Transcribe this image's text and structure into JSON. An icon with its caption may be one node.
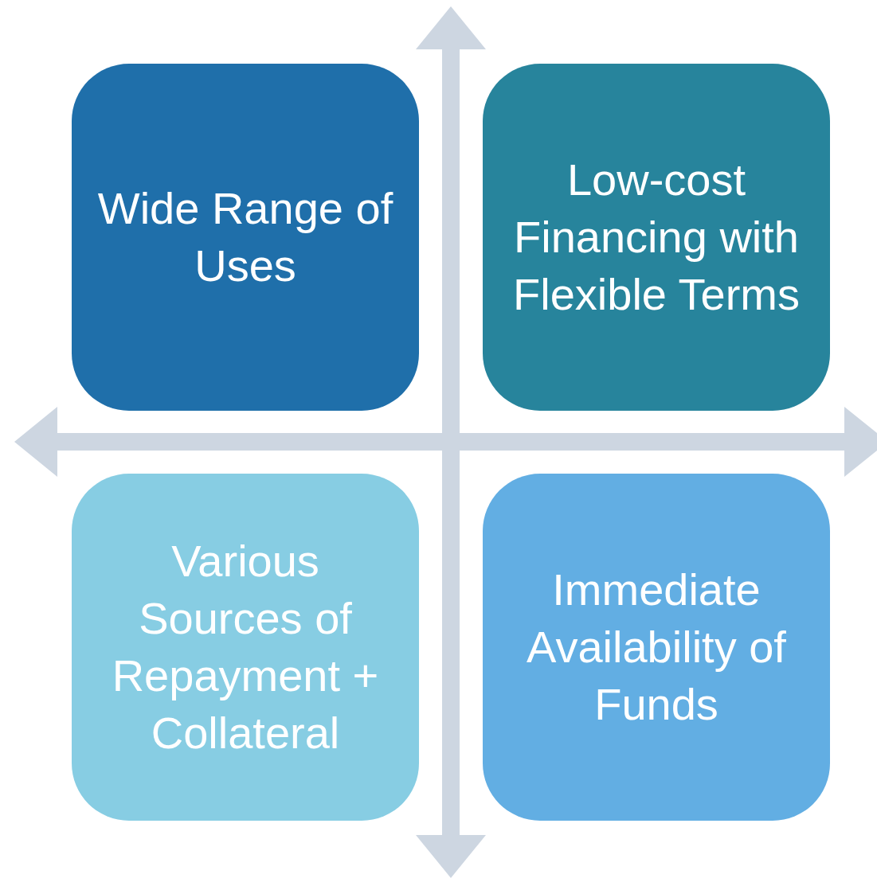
{
  "diagram": {
    "nodes": [
      {
        "text": [
          "Wide Range of Uses"
        ]
      },
      {
        "text": [
          "Low-cost Financing with Flexible Terms"
        ]
      },
      {
        "text": [
          "Various Sources of Repayment + Collateral"
        ]
      },
      {
        "text": [
          "Immediate Availability of Funds"
        ]
      }
    ]
  }
}
